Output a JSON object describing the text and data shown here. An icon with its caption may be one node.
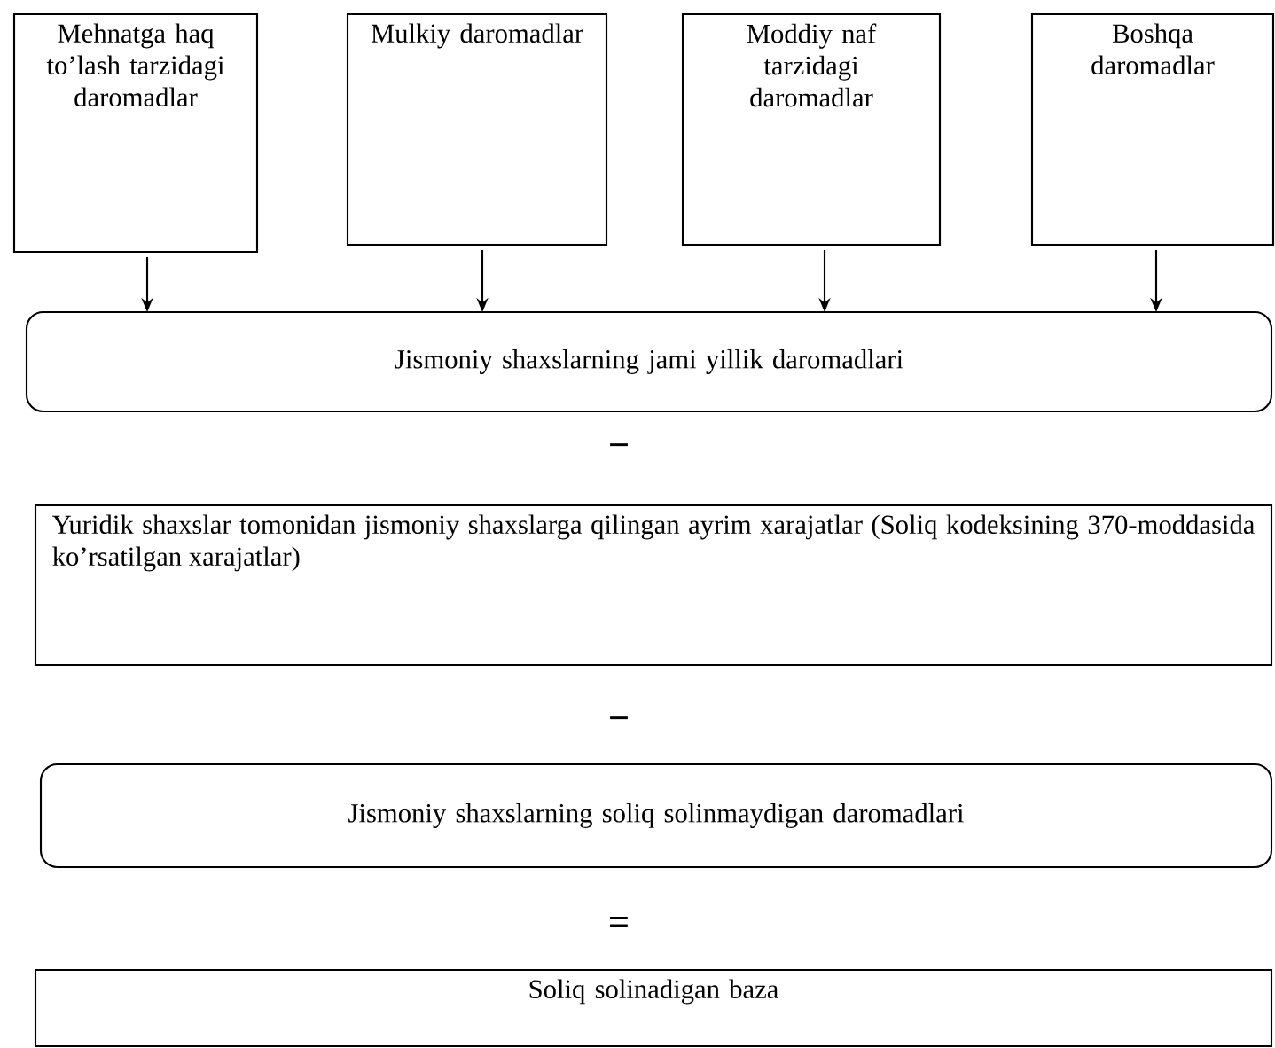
{
  "diagram": {
    "nodes": [
      {
        "text": [
          "Mehnatga haq to’lash tarzidagi daromadlar"
        ]
      },
      {
        "text": [
          "Mulkiy daromadlar"
        ]
      },
      {
        "text": [
          "Moddiy naf tarzidagi daromadlar"
        ]
      },
      {
        "text": [
          "Boshqa daromadlar"
        ]
      },
      {
        "text": [
          "Jismoniy shaxslarning jami yillik daromadlari"
        ]
      },
      {
        "text": [
          "Yuridik shaxslar tomonidan jismoniy shaxslarga qilingan ayrim xarajatlar (Soliq kodeksining 370-moddasida ko’rsatilgan xarajatlar)"
        ]
      },
      {
        "text": [
          "Jismoniy shaxslarning soliq solinmaydigan daromadlari"
        ]
      },
      {
        "text": [
          "Soliq solinadigan baza"
        ]
      }
    ],
    "edges": [
      {
        "from": 0,
        "to": 4,
        "arrow": "to"
      },
      {
        "from": 1,
        "to": 4,
        "arrow": "to"
      },
      {
        "from": 2,
        "to": 4,
        "arrow": "to"
      },
      {
        "from": 3,
        "to": 4,
        "arrow": "to"
      }
    ],
    "labels": [
      "−",
      "−",
      "="
    ]
  }
}
